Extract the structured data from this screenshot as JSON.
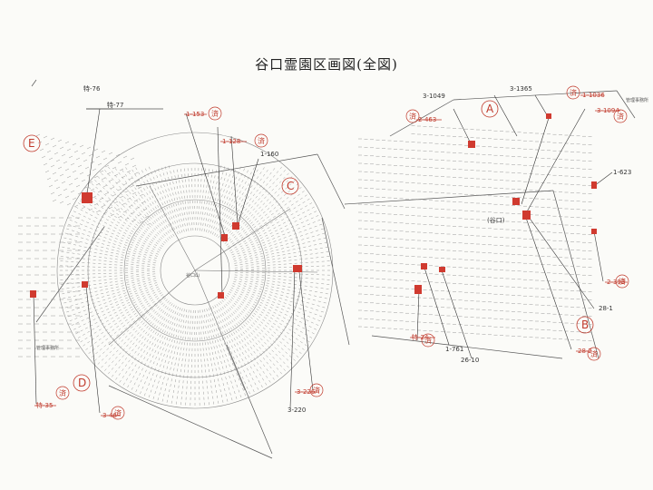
{
  "title": "谷口霊園区画図(全図)",
  "zones": {
    "a": "A",
    "b": "B",
    "c": "C",
    "d": "D",
    "e": "E"
  },
  "seal_glyph": "済",
  "labels": [
    "特-76",
    "特-77",
    "1-153",
    "1-128",
    "1-160",
    "3-1049",
    "2-463",
    "3-1365",
    "1-1036",
    "3-1094",
    "管理事務所",
    "1-623",
    "2-393",
    "28-1",
    "28-2",
    "(谷口)",
    "特-24",
    "1-761",
    "26-10",
    "3-226",
    "3-220",
    "3-46",
    "特-35",
    "管理事務所",
    "谷口山"
  ]
}
